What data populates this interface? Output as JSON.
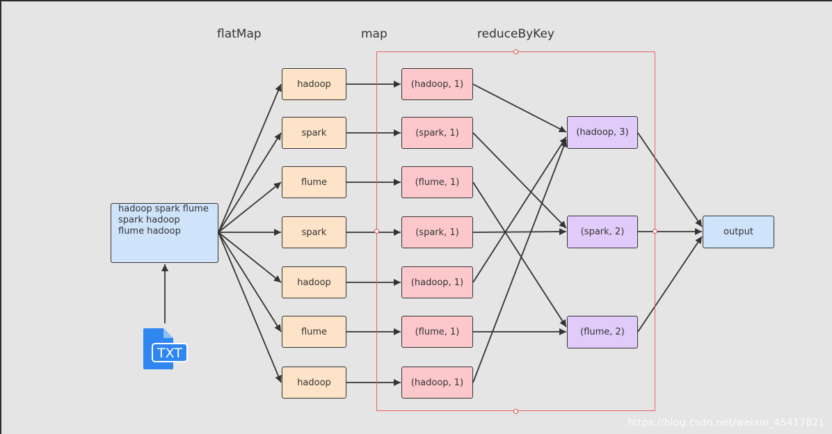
{
  "stages": {
    "flatmap": "flatMap",
    "map": "map",
    "reduce": "reduceByKey"
  },
  "source_lines": [
    "hadoop spark flume",
    "spark hadoop",
    "flume hadoop"
  ],
  "file_icon_text": "TXT",
  "words": [
    "hadoop",
    "spark",
    "flume",
    "spark",
    "hadoop",
    "flume",
    "hadoop"
  ],
  "pairs": [
    "(hadoop, 1)",
    "(spark, 1)",
    "(flume, 1)",
    "(spark, 1)",
    "(hadoop, 1)",
    "(flume, 1)",
    "(hadoop, 1)"
  ],
  "reduced": [
    "(hadoop, 3)",
    "(spark, 2)",
    "(flume, 2)"
  ],
  "output": "output",
  "watermark": "https://blog.csdn.net/weixin_45417821",
  "colors": {
    "background": "#e5e5e5",
    "word_fill": "#fde3c7",
    "pair_fill": "#fcc8cb",
    "reduced_fill": "#e1cbfa",
    "io_fill": "#cfe3fb",
    "region_border": "#e86165",
    "icon_blue": "#2f86f0"
  }
}
